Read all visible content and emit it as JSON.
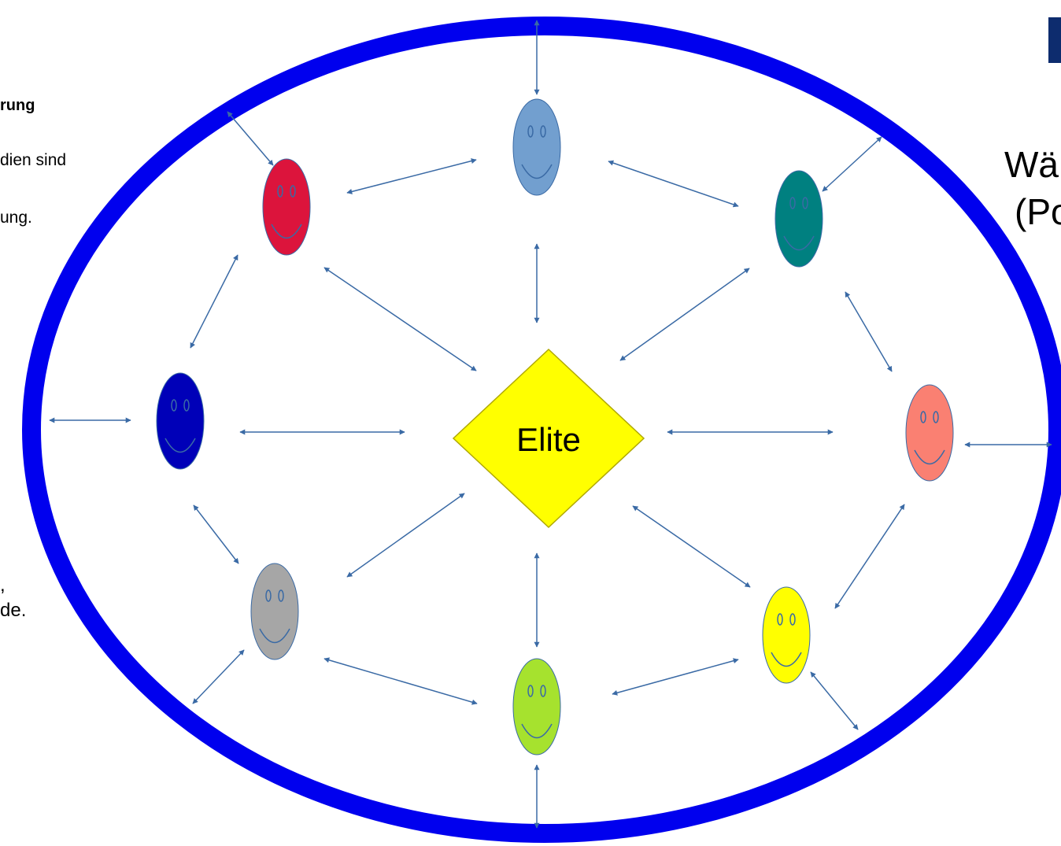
{
  "left_text": {
    "heading": "rung",
    "line_1": "dien sind",
    "line_2": "ung.",
    "line_3": ",",
    "line_4": "de."
  },
  "right_text": {
    "line_1": "Wä",
    "line_2": "(Po"
  },
  "diagram": {
    "center_label": "Elite",
    "colors": {
      "ring": "#0000ee",
      "arrows": "#3a6aa5",
      "center_fill": "#ffff00",
      "center_stroke": "#b0a800",
      "brand_box": "#0d2c6e"
    },
    "faces": [
      {
        "name": "face-light-blue",
        "color": "#729fcf"
      },
      {
        "name": "face-red",
        "color": "#dc143c"
      },
      {
        "name": "face-teal",
        "color": "#008080"
      },
      {
        "name": "face-dark-blue",
        "color": "#0000b8"
      },
      {
        "name": "face-salmon",
        "color": "#fa8072"
      },
      {
        "name": "face-gray",
        "color": "#a6a6a6"
      },
      {
        "name": "face-yellow",
        "color": "#ffff00"
      },
      {
        "name": "face-lime",
        "color": "#a6e22e"
      }
    ]
  }
}
